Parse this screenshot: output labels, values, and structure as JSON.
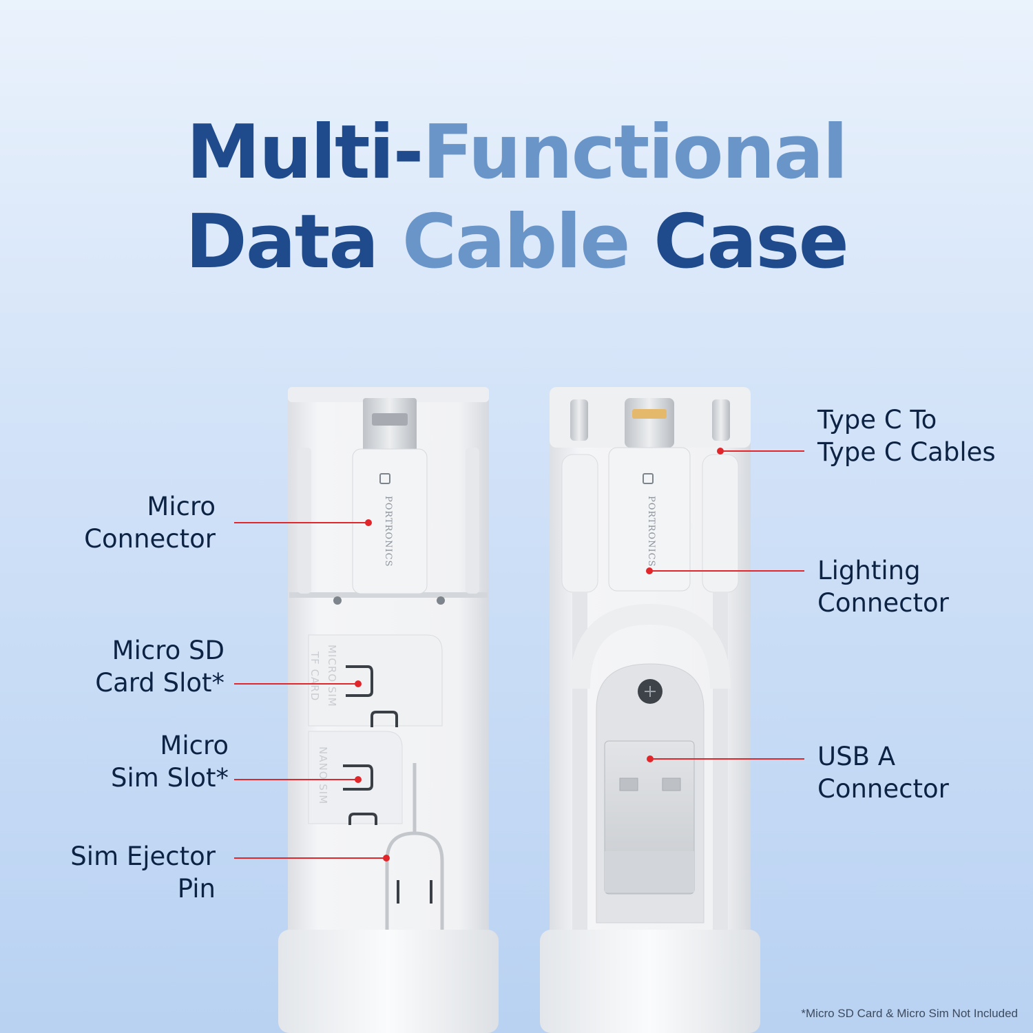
{
  "title": {
    "line1_part1": "Multi-",
    "line1_part2": "Functional",
    "line2_part1": "Data ",
    "line2_part2": "Cable ",
    "line2_part3": "Case"
  },
  "callouts": {
    "micro_connector": [
      "Micro",
      "Connector"
    ],
    "micro_sd": [
      "Micro SD",
      "Card Slot*"
    ],
    "micro_sim": [
      "Micro",
      "Sim Slot*"
    ],
    "ejector": [
      "Sim Ejector",
      "Pin"
    ],
    "type_c": [
      "Type C To",
      "Type C Cables"
    ],
    "lighting": [
      "Lighting",
      "Connector"
    ],
    "usb_a": [
      "USB A",
      "Connector"
    ]
  },
  "product_text": {
    "brand": "PORTRONICS",
    "slot1_line1": "MICRO SIM",
    "slot1_line2": "TF CARD",
    "slot2_line1": "NANO SIM"
  },
  "footnote": "*Micro SD Card & Micro Sim Not Included",
  "colors": {
    "title_dark": "#1f4b8c",
    "title_light": "#6a95c8",
    "callout_line": "#e0262b",
    "callout_text": "#0d2344"
  }
}
